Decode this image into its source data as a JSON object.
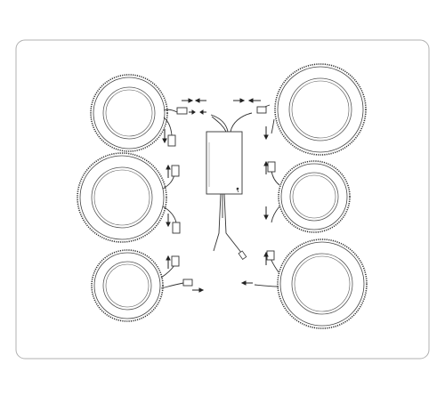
{
  "diagram": {
    "border_color": "#b0b0b0",
    "line_color": "#333333",
    "background": "#ffffff",
    "components": {
      "lights": [
        {
          "name": "light-top-left",
          "size": "large"
        },
        {
          "name": "light-middle-left",
          "size": "large"
        },
        {
          "name": "light-bottom-left",
          "size": "medium"
        },
        {
          "name": "light-top-right",
          "size": "large"
        },
        {
          "name": "light-middle-right",
          "size": "small"
        },
        {
          "name": "light-bottom-right",
          "size": "large"
        }
      ],
      "driver": {
        "name": "led-driver-box"
      },
      "arrows": [
        "connection-arrow"
      ],
      "connectors": [
        "plug-connector"
      ]
    }
  }
}
